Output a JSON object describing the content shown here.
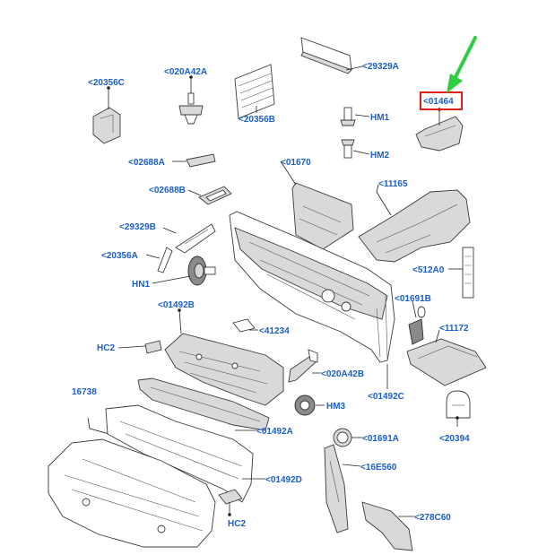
{
  "diagram": {
    "highlight_color": "#e0201b",
    "arrow_color": "#2ecc40",
    "label_color": "#1a5fc8",
    "labels": [
      {
        "id": "l-29329A",
        "text": "<29329A"
      },
      {
        "id": "l-20356C",
        "text": "<20356C"
      },
      {
        "id": "l-020A42A",
        "text": "<020A42A"
      },
      {
        "id": "l-20356B",
        "text": "<20356B"
      },
      {
        "id": "l-01464",
        "text": "<01464"
      },
      {
        "id": "l-HM1",
        "text": "HM1"
      },
      {
        "id": "l-HM2",
        "text": "HM2"
      },
      {
        "id": "l-02688A",
        "text": "<02688A"
      },
      {
        "id": "l-01670",
        "text": "<01670"
      },
      {
        "id": "l-02688B",
        "text": "<02688B"
      },
      {
        "id": "l-11165",
        "text": "<11165"
      },
      {
        "id": "l-29329B",
        "text": "<29329B"
      },
      {
        "id": "l-20356A",
        "text": "<20356A"
      },
      {
        "id": "l-512A0",
        "text": "<512A0"
      },
      {
        "id": "l-HN1",
        "text": "HN1"
      },
      {
        "id": "l-01691B",
        "text": "<01691B"
      },
      {
        "id": "l-01492B",
        "text": "<01492B"
      },
      {
        "id": "l-41234",
        "text": "<41234"
      },
      {
        "id": "l-11172",
        "text": "<11172"
      },
      {
        "id": "l-HC2a",
        "text": "HC2"
      },
      {
        "id": "l-020A42B",
        "text": "<020A42B"
      },
      {
        "id": "l-01492C",
        "text": "<01492C"
      },
      {
        "id": "l-16738",
        "text": "16738"
      },
      {
        "id": "l-HM3",
        "text": "HM3"
      },
      {
        "id": "l-20394",
        "text": "<20394"
      },
      {
        "id": "l-01492A",
        "text": "<01492A"
      },
      {
        "id": "l-01691A",
        "text": "<01691A"
      },
      {
        "id": "l-16E560",
        "text": "<16E560"
      },
      {
        "id": "l-01492D",
        "text": "<01492D"
      },
      {
        "id": "l-278C60",
        "text": "<278C60"
      },
      {
        "id": "l-HC2b",
        "text": "HC2"
      }
    ]
  }
}
